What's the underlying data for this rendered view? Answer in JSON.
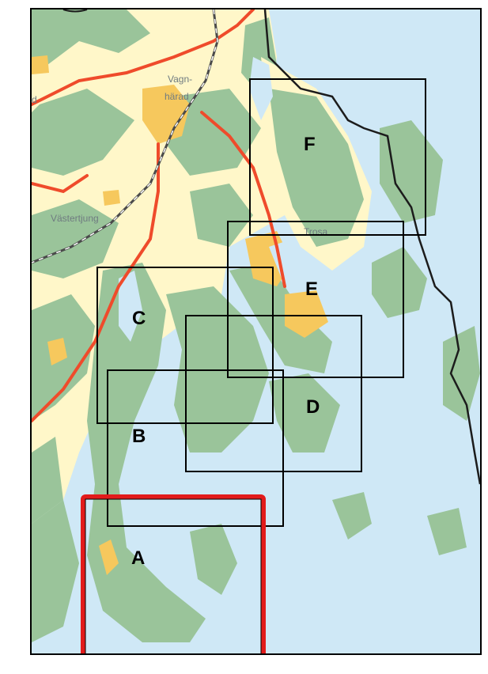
{
  "map": {
    "places": {
      "vagnharad_line1": "Vagn-",
      "vagnharad_line2": "härad",
      "vastertjung": "Västertjung",
      "trosa": "Trosa",
      "edge_fragment": "d"
    },
    "sheets": [
      {
        "id": "A",
        "label": "A",
        "highlighted": true
      },
      {
        "id": "B",
        "label": "B",
        "highlighted": false
      },
      {
        "id": "C",
        "label": "C",
        "highlighted": false
      },
      {
        "id": "D",
        "label": "D",
        "highlighted": false
      },
      {
        "id": "E",
        "label": "E",
        "highlighted": false
      },
      {
        "id": "F",
        "label": "F",
        "highlighted": false
      }
    ],
    "colors": {
      "water": "#cfe8f6",
      "forest": "#9ac49a",
      "open_land": "#fff7c9",
      "urban": "#f6c85d",
      "road": "#ef4b2b",
      "railway": "#4a4a4a",
      "border": "#1c1c1c",
      "sheet_outline": "#000000",
      "highlight_outline": "#e21b1b"
    }
  }
}
